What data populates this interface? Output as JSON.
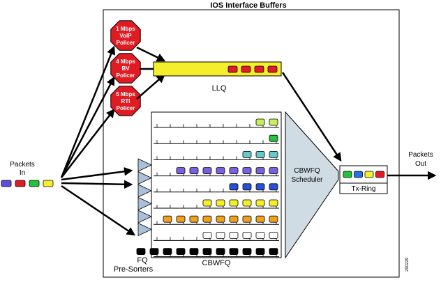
{
  "title": "IOS Interface Buffers",
  "input": {
    "label_line1": "Packets",
    "label_line2": "In",
    "packet_colors": [
      "#5b4fd6",
      "#e11b22",
      "#22c33a",
      "#f5ee2b"
    ]
  },
  "output": {
    "label_line1": "Packets",
    "label_line2": "Out"
  },
  "policers": [
    {
      "lines": [
        "1 Mbps",
        "VoIP",
        "Policer"
      ]
    },
    {
      "lines": [
        "4 Mbps",
        "BV",
        "Policer"
      ]
    },
    {
      "lines": [
        "5 Mbps",
        "RTI",
        "Policer"
      ]
    }
  ],
  "llq": {
    "label": "LLQ",
    "packet_color": "#e11b22",
    "packet_count": 4
  },
  "cbwfq": {
    "label": "CBWFQ",
    "queues": [
      {
        "color": "#c8ef5c",
        "count": 2
      },
      {
        "color": "#22c33a",
        "count": 1
      },
      {
        "color": "#66c8c8",
        "count": 3
      },
      {
        "color": "#7b5fe0",
        "count": 8
      },
      {
        "color": "#2a50d8",
        "count": 4
      },
      {
        "color": "#f5ee2b",
        "count": 6
      },
      {
        "color": "#f0a020",
        "count": 9
      },
      {
        "color": "#ffffff",
        "count": 6
      },
      {
        "color": "#000000",
        "count": 11
      }
    ]
  },
  "pre_sorters": {
    "label_line1": "FQ",
    "label_line2": "Pre-Sorters"
  },
  "scheduler": {
    "label_line1": "CBWFQ",
    "label_line2": "Scheduler"
  },
  "tx_ring": {
    "label": "Tx-Ring",
    "packet_colors": [
      "#22c33a",
      "#2a6fe0",
      "#f5ee2b",
      "#e11b22"
    ]
  },
  "figure_id": "290229"
}
